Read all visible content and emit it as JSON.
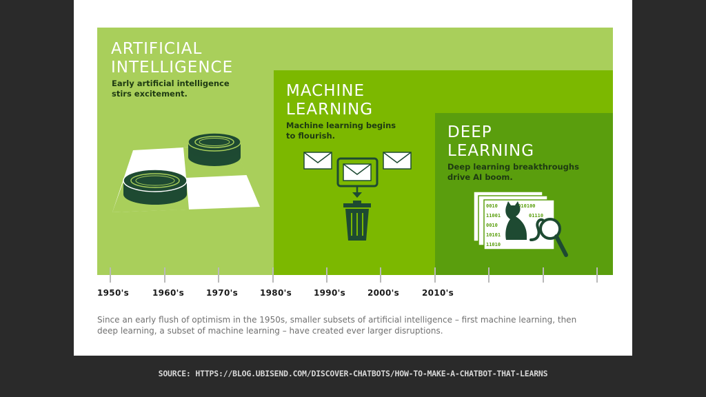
{
  "panels": {
    "ai": {
      "title": "ARTIFICIAL\nINTELLIGENCE",
      "description": "Early artificial intelligence\nstirs excitement.",
      "color": "#a9cf5b"
    },
    "ml": {
      "title": "MACHINE\nLEARNING",
      "description": "Machine learning begins\nto flourish.",
      "color": "#7cb800"
    },
    "dl": {
      "title": "DEEP\nLEARNING",
      "description": "Deep learning breakthroughs\ndrive AI boom.",
      "color": "#5a9e0d"
    }
  },
  "timeline": {
    "decades": [
      "1950's",
      "1960's",
      "1970's",
      "1980's",
      "1990's",
      "2000's",
      "2010's"
    ]
  },
  "icons": {
    "ai": [
      "checkerboard-icon",
      "checker-piece-icon"
    ],
    "ml": [
      "envelope-icon",
      "trash-can-icon"
    ],
    "dl": [
      "binary-pages-icon",
      "cat-icon",
      "magnifier-icon"
    ],
    "binary_text": "0010"
  },
  "caption": "Since an early flush of optimism in the 1950s, smaller subsets of artificial intelligence – first machine learning, then\ndeep learning, a subset of machine learning – have created ever larger disruptions.",
  "source": "SOURCE: HTTPS://BLOG.UBISEND.COM/DISCOVER-CHATBOTS/HOW-TO-MAKE-A-CHATBOT-THAT-LEARNS"
}
